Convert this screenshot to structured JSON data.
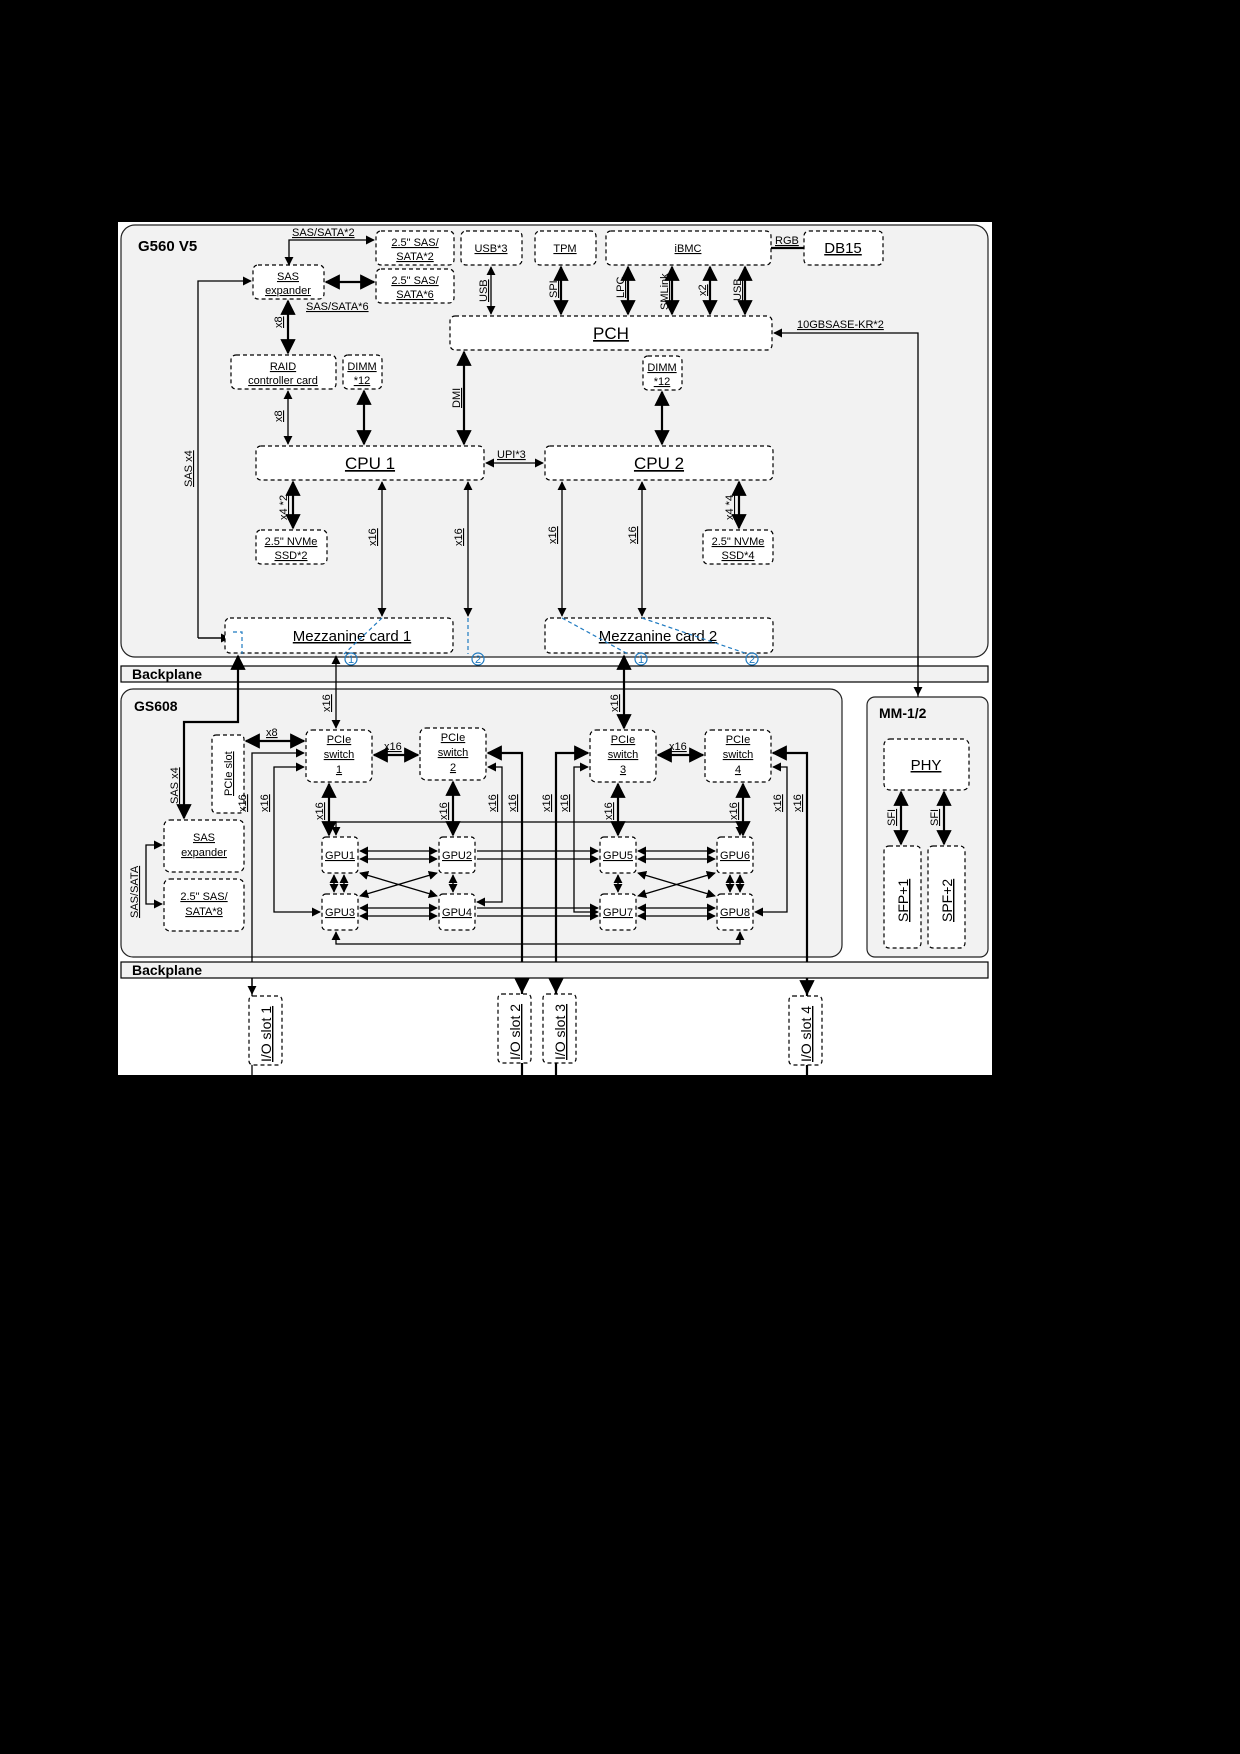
{
  "diagram": {
    "title": "G560 V5",
    "sections": {
      "g560": "G560 V5",
      "backplane_top": "Backplane",
      "gs608": "GS608",
      "mm": "MM-1/2",
      "backplane_bottom": "Backplane"
    },
    "nodes": {
      "sas_sata_2": [
        "2.5\" SAS/",
        "SATA*2"
      ],
      "sas_sata_6": [
        "2.5\" SAS/",
        "SATA*6"
      ],
      "usb3": "USB*3",
      "tpm": "TPM",
      "ibmc": "iBMC",
      "db15": "DB15",
      "sas_expander_top": [
        "SAS",
        "expander"
      ],
      "pch": "PCH",
      "raid": [
        "RAID",
        "controller card"
      ],
      "dimm1": [
        "DIMM",
        "*12"
      ],
      "dimm2": [
        "DIMM",
        "*12"
      ],
      "cpu1": "CPU 1",
      "cpu2": "CPU 2",
      "nvme2": [
        "2.5\" NVMe",
        "SSD*2"
      ],
      "nvme4": [
        "2.5\" NVMe",
        "SSD*4"
      ],
      "mezz1": "Mezzanine card 1",
      "mezz2": "Mezzanine card 2",
      "pcie_slot": "PCIe slot",
      "switch1": [
        "PCIe",
        "switch",
        "1"
      ],
      "switch2": [
        "PCIe",
        "switch",
        "2"
      ],
      "switch3": [
        "PCIe",
        "switch",
        "3"
      ],
      "switch4": [
        "PCIe",
        "switch",
        "4"
      ],
      "sas_expander_bottom": [
        "SAS",
        "expander"
      ],
      "sas_sata_8": [
        "2.5\" SAS/",
        "SATA*8"
      ],
      "gpu1": "GPU1",
      "gpu2": "GPU2",
      "gpu3": "GPU3",
      "gpu4": "GPU4",
      "gpu5": "GPU5",
      "gpu6": "GPU6",
      "gpu7": "GPU7",
      "gpu8": "GPU8",
      "phy": "PHY",
      "sfp1": "SFP+1",
      "sfp2": "SPF+2",
      "io1": "I/O slot 1",
      "io2": "I/O slot 2",
      "io3": "I/O slot 3",
      "io4": "I/O slot 4"
    },
    "links": {
      "sas_sata_2": "SAS/SATA*2",
      "sas_sata_6": "SAS/SATA*6",
      "rgb": "RGB",
      "usb_a": "USB",
      "spi": "SPI",
      "lpc": "LPC",
      "smlink": "SMLink",
      "x2": "x2",
      "usb_b": "USB",
      "kr": "10GBSASE-KR*2",
      "exp_raid": "x8",
      "raid_cpu": "x8",
      "dmi": "DMI",
      "upi": "UPI*3",
      "sasx4_top": "SAS x4",
      "nvme_cpu1": "x4 *2",
      "nvme_cpu2": "x4 *4",
      "x16": "x16",
      "x8_slot": "x8",
      "sasx4_bottom": "SAS x4",
      "sas_sata": "SAS/SATA",
      "sfi": "SFI"
    },
    "markers": [
      "1",
      "2",
      "1",
      "2"
    ]
  }
}
